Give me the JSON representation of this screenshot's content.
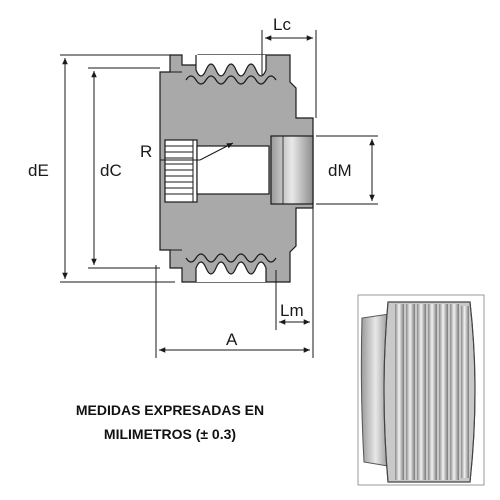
{
  "diagram": {
    "labels": {
      "dE": "dE",
      "dC": "dC",
      "R": "R",
      "Lc": "Lc",
      "dM": "dM",
      "Lm": "Lm",
      "A": "A"
    },
    "note": {
      "line1": "MEDIDAS EXPRESADAS EN",
      "line2": "MILIMETROS (± 0.3)"
    },
    "colors": {
      "body": "#a9a9a9",
      "line": "#1a1a1a",
      "photo_light": "#e6e6e6",
      "photo_dark": "#6e6e6e"
    }
  }
}
